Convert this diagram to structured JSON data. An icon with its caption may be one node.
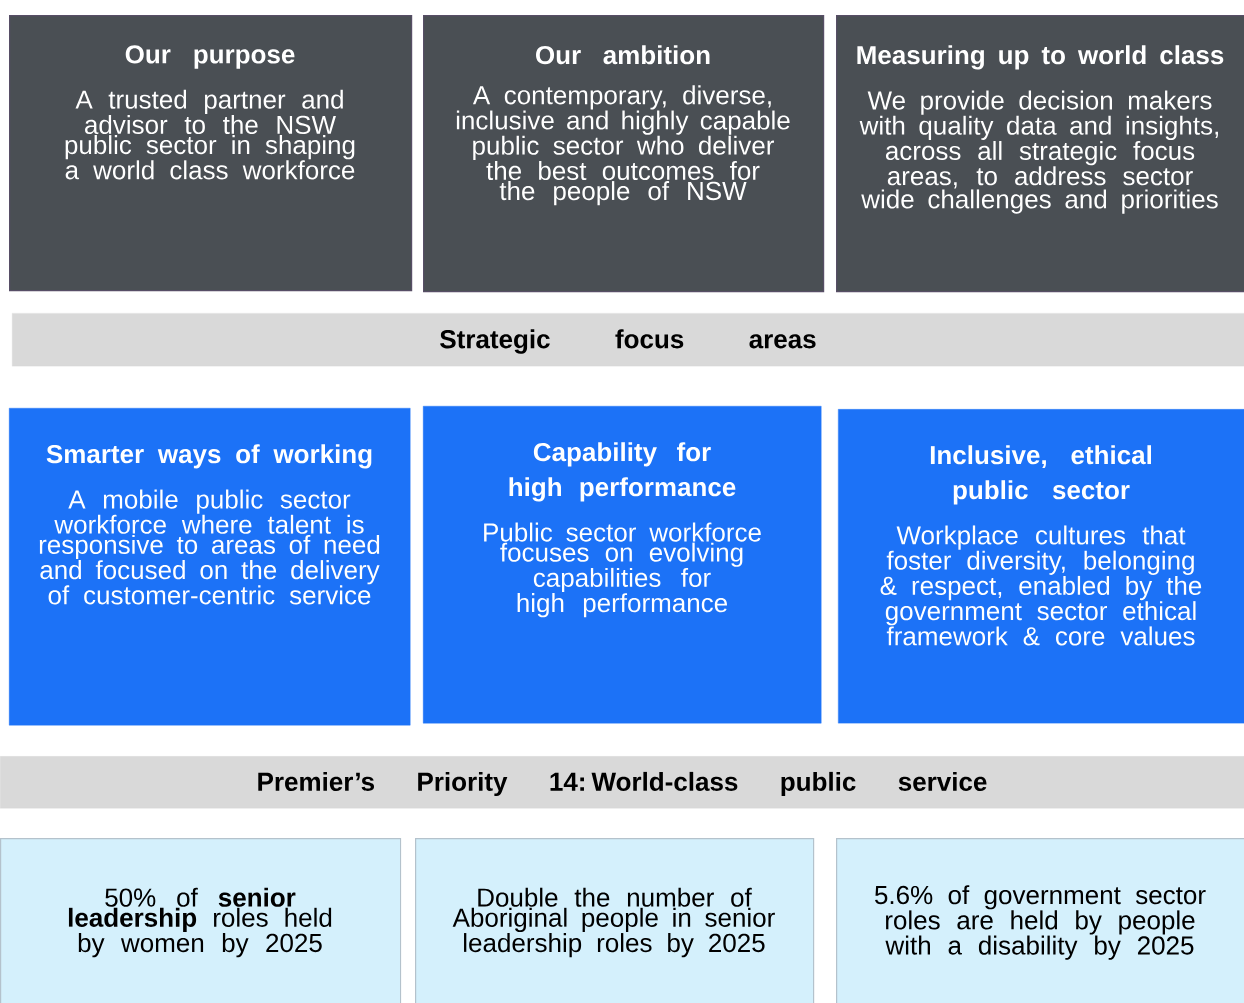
{
  "diagram": {
    "nodes": [
      {
        "text": [
          "Our purpose",
          "A trusted partner and advisor to the NSW public sector in shaping a world class workforce"
        ]
      },
      {
        "text": [
          "Our ambition",
          "A contemporary, diverse, inclusive and highly capable public sector who deliver the best outcomes for the people of NSW"
        ]
      },
      {
        "text": [
          "Measuring up to world class",
          "We provide decision makers with quality data and insights, across all strategic focus areas, to address sector wide challenges and priorities"
        ]
      },
      {
        "text": [
          "Strategic focus areas"
        ]
      },
      {
        "text": [
          "Smarter ways of working",
          "A mobile public sector workforce where talent is responsive to areas of need and focused on the delivery of customer-centric service"
        ]
      },
      {
        "text": [
          "Capability for high performance",
          "Public sector workforce focuses on evolving capabilities for high performance"
        ]
      },
      {
        "text": [
          "Inclusive, ethical public sector",
          "Workplace cultures that foster diversity, belonging & respect, enabled by the government sector ethical framework & core values"
        ]
      },
      {
        "text": [
          "Premier’s Priority 14: World-class public service"
        ]
      },
      {
        "text": [
          "50% of **senior leadership** roles held by women by 2025"
        ]
      },
      {
        "text": [
          "Double the number of Aboriginal people in senior leadership roles by 2025"
        ]
      },
      {
        "text": [
          "5.6% of government sector roles are held by people with a disability by 2025"
        ]
      }
    ]
  }
}
